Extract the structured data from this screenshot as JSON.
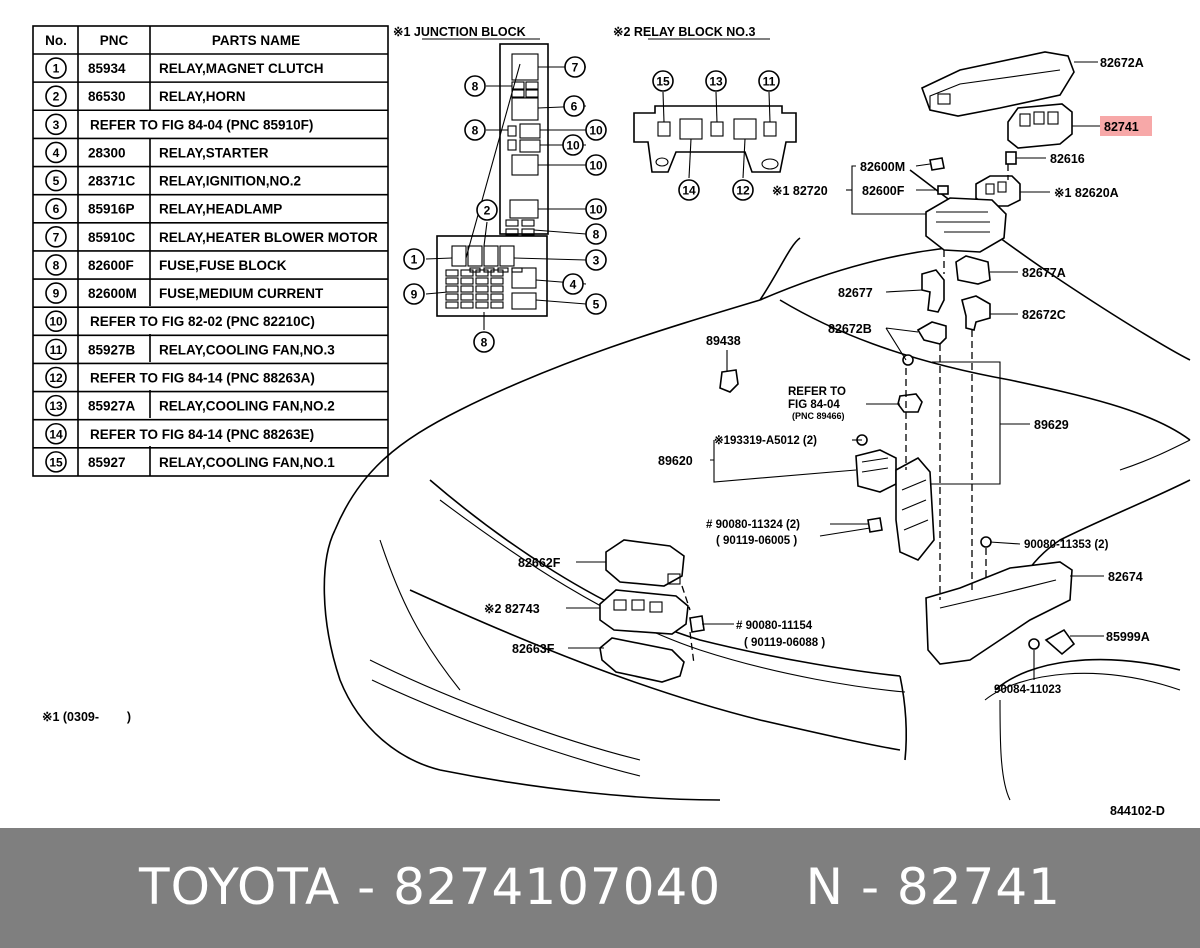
{
  "table": {
    "headers": [
      "No.",
      "PNC",
      "PARTS NAME"
    ],
    "rows": [
      {
        "no": "1",
        "pnc": "85934",
        "name": "RELAY,MAGNET CLUTCH"
      },
      {
        "no": "2",
        "pnc": "86530",
        "name": "RELAY,HORN"
      },
      {
        "no": "3",
        "pnc": "",
        "name": "REFER TO FIG 84-04 (PNC 85910F)"
      },
      {
        "no": "4",
        "pnc": "28300",
        "name": "RELAY,STARTER"
      },
      {
        "no": "5",
        "pnc": "28371C",
        "name": "RELAY,IGNITION,NO.2"
      },
      {
        "no": "6",
        "pnc": "85916P",
        "name": "RELAY,HEADLAMP"
      },
      {
        "no": "7",
        "pnc": "85910C",
        "name": "RELAY,HEATER BLOWER MOTOR"
      },
      {
        "no": "8",
        "pnc": "82600F",
        "name": "FUSE,FUSE BLOCK"
      },
      {
        "no": "9",
        "pnc": "82600M",
        "name": "FUSE,MEDIUM CURRENT"
      },
      {
        "no": "10",
        "pnc": "",
        "name": "REFER TO FIG 82-02 (PNC 82210C)"
      },
      {
        "no": "11",
        "pnc": "85927B",
        "name": "RELAY,COOLING FAN,NO.3"
      },
      {
        "no": "12",
        "pnc": "",
        "name": "REFER TO FIG 84-14 (PNC 88263A)"
      },
      {
        "no": "13",
        "pnc": "85927A",
        "name": "RELAY,COOLING FAN,NO.2"
      },
      {
        "no": "14",
        "pnc": "",
        "name": "REFER TO FIG 84-14 (PNC 88263E)"
      },
      {
        "no": "15",
        "pnc": "85927",
        "name": "RELAY,COOLING FAN,NO.1"
      }
    ]
  },
  "blocks": {
    "junction_title": "※1 JUNCTION BLOCK",
    "relay_title": "※2 RELAY BLOCK NO.3"
  },
  "callouts": {
    "p82672A": "82672A",
    "p82741": "82741",
    "p82616": "82616",
    "p82600M": "82600M",
    "p82720": "※1 82720",
    "p82600F": "82600F",
    "p82620A": "※1 82620A",
    "p82677A": "82677A",
    "p82677": "82677",
    "p82672C": "82672C",
    "p82672B": "82672B",
    "p89438": "89438",
    "refer1": "REFER TO",
    "refer2": "FIG 84-04",
    "refer3": "(PNC 89466)",
    "p89629": "89629",
    "p193319": "※193319-A5012 (2)",
    "p89620": "89620",
    "p90080a": "# 90080-11324 (2)",
    "p90119a": "( 90119-06005 )",
    "p90080b": "90080-11353 (2)",
    "p82662F": "82662F",
    "p82674": "82674",
    "p82743": "※2 82743",
    "p90080c": "# 90080-11154",
    "p90119c": "( 90119-06088 )",
    "p85999A": "85999A",
    "p82663F": "82663F",
    "p90084": "90084-11023",
    "note1": "※1 (0309-        )",
    "figure_code": "844102-D"
  },
  "highlight_color": "#f7a8a8",
  "footer": {
    "text": "TOYOTA - 8274107040     N - 82741"
  }
}
